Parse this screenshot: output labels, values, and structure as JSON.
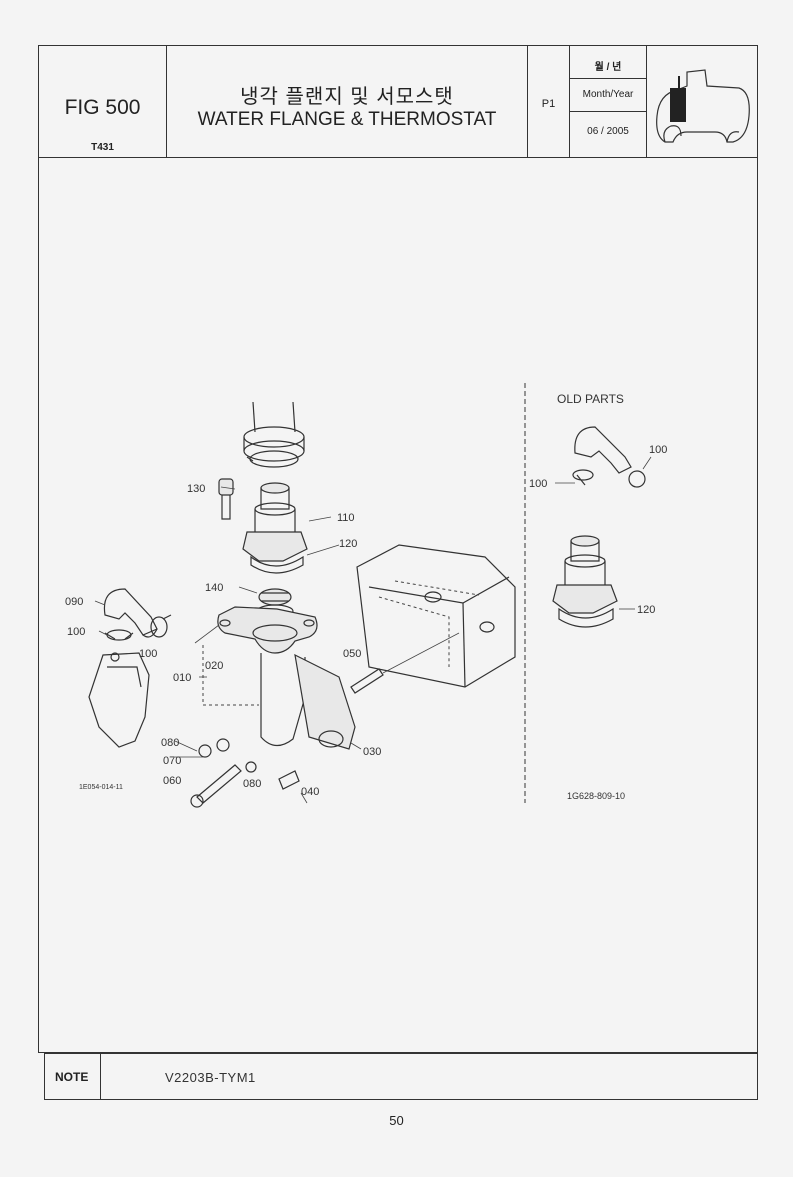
{
  "header": {
    "fig_label": "FIG 500",
    "fig_code": "T431",
    "title_ko": "냉각 플랜지 및 서모스탯",
    "title_en": "WATER FLANGE & THERMOSTAT",
    "page": "P1",
    "date_header_ko": "월 / 년",
    "date_header_en": "Month/Year",
    "date_value": "06 / 2005",
    "icon": "tractor-engine-location-icon"
  },
  "diagram": {
    "old_parts_title": "OLD PARTS",
    "left_ref": "1E054-014-11",
    "right_ref": "1G628-809-10",
    "callouts_left": [
      "130",
      "110",
      "120",
      "140",
      "090",
      "100",
      "100",
      "010",
      "020",
      "050",
      "080",
      "070",
      "060",
      "080",
      "040",
      "030"
    ],
    "callouts_right": [
      "100",
      "100",
      "120"
    ]
  },
  "note": {
    "label": "NOTE",
    "text": "V2203B-TYM1"
  },
  "page_number": "50"
}
